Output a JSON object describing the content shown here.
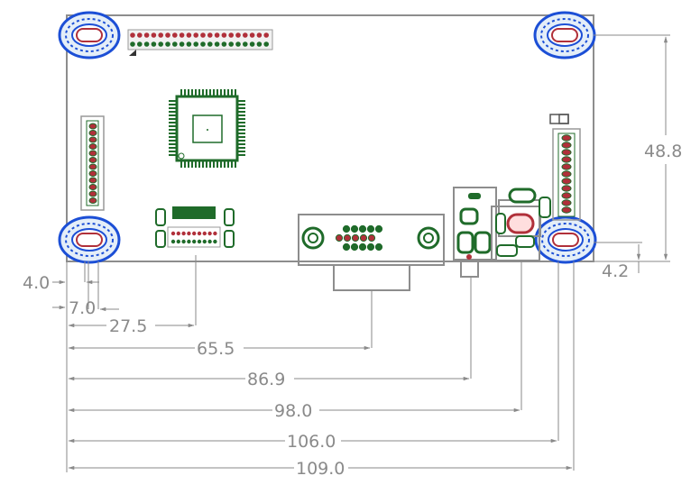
{
  "dimensions": {
    "left_offsets": [
      "4.0",
      "7.0"
    ],
    "bottom": [
      "27.5",
      "65.5",
      "86.9",
      "98.0",
      "106.0",
      "109.0"
    ],
    "height": "48.8",
    "right_offset": "4.2"
  },
  "colors": {
    "dimension": "#8a8a8a",
    "outline": "#8d8d8d",
    "mount_hole": "#1c4fd6",
    "mount_ring": "#e4eef8",
    "pad_red": "#b0303a",
    "component_green": "#1f6b2a"
  }
}
